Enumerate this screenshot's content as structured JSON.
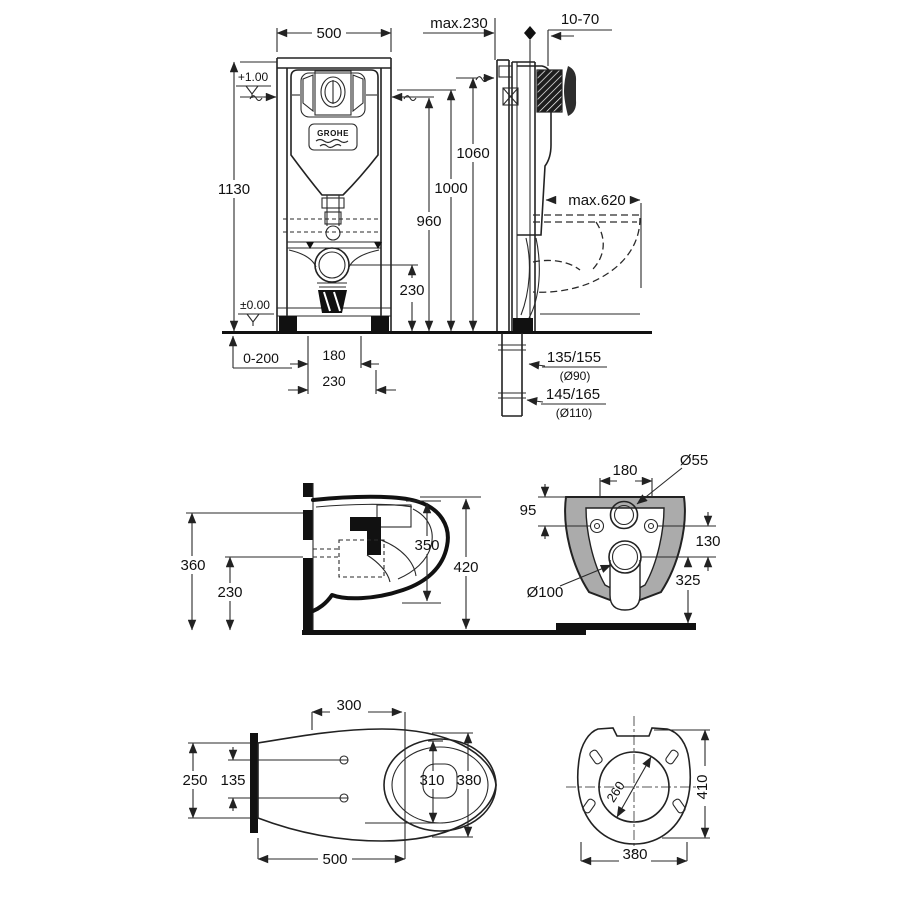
{
  "frame_front": {
    "width": "500",
    "height": "1130",
    "level_top": "+1.00",
    "level_floor": "±0.00",
    "foot_adjust": "0-200",
    "drain_offset": "180",
    "drain_width": "230",
    "drain_height": "230",
    "dim_960": "960",
    "dim_1000": "1000",
    "dim_1060": "1060",
    "logo": "GROHE"
  },
  "frame_side": {
    "depth": "max.230",
    "plate_range": "10-70",
    "bowl_reach": "max.620",
    "drain_a": "135/155",
    "drain_a_dia": "(Ø90)",
    "drain_b": "145/165",
    "drain_b_dia": "(Ø110)"
  },
  "bowl_side": {
    "back_height": "360",
    "outlet_height": "230",
    "body_height": "350",
    "rim_height": "420"
  },
  "bowl_rear": {
    "bolt_spacing": "180",
    "inlet_dia": "Ø55",
    "inlet_offset": "95",
    "outlet_drop": "130",
    "outlet_height": "325",
    "outlet_dia": "Ø100"
  },
  "bowl_top": {
    "inner_width": "300",
    "back_width": "250",
    "hole_spacing": "135",
    "inner_length": "310",
    "outer_width": "380",
    "depth": "500"
  },
  "seat": {
    "ring_dia": "260",
    "width": "380",
    "depth": "410"
  }
}
